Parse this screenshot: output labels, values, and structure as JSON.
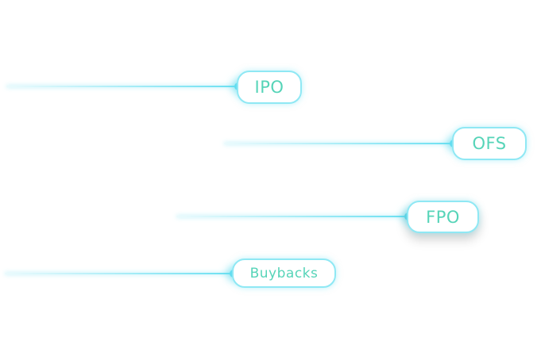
{
  "nodes": [
    {
      "label": "IPO"
    },
    {
      "label": "OFS"
    },
    {
      "label": "FPO"
    },
    {
      "label": "Buybacks"
    }
  ],
  "colors": {
    "line": "#5fdcef",
    "pill_border": "#8fe8f4",
    "label": "#56d4b8"
  }
}
